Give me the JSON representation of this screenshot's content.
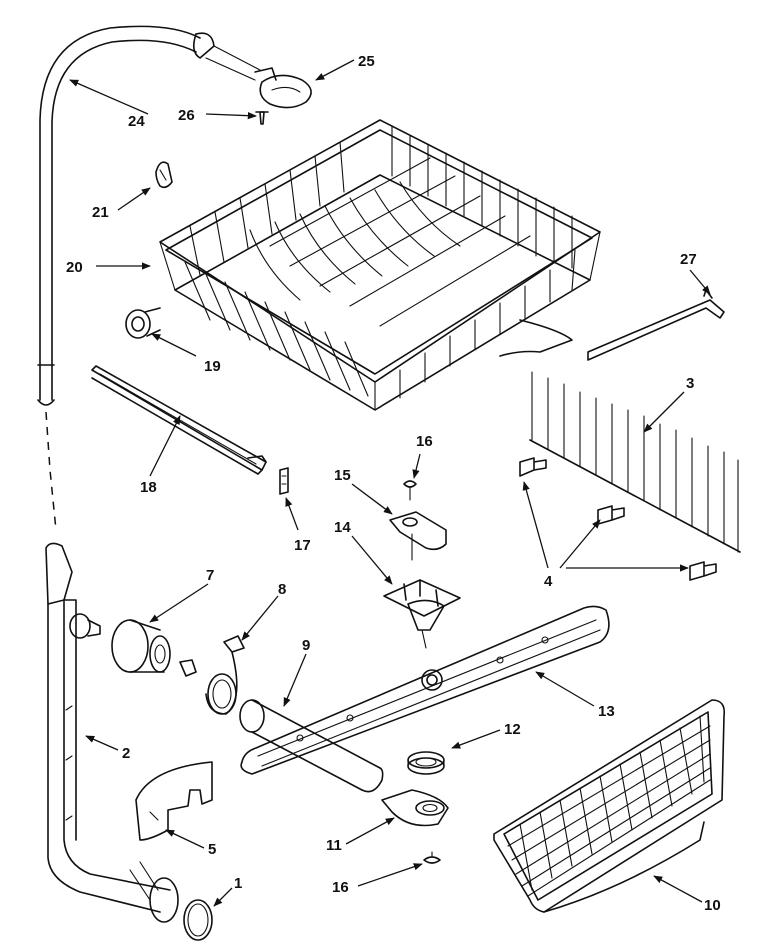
{
  "diagram": {
    "labels": {
      "p1": "1",
      "p2": "2",
      "p3": "3",
      "p4": "4",
      "p5": "5",
      "p7": "7",
      "p8": "8",
      "p9": "9",
      "p10": "10",
      "p11": "11",
      "p12": "12",
      "p13": "13",
      "p14": "14",
      "p15": "15",
      "p16a": "16",
      "p16b": "16",
      "p17": "17",
      "p18": "18",
      "p19": "19",
      "p20": "20",
      "p21": "21",
      "p24": "24",
      "p25": "25",
      "p26": "26",
      "p27": "27"
    }
  }
}
